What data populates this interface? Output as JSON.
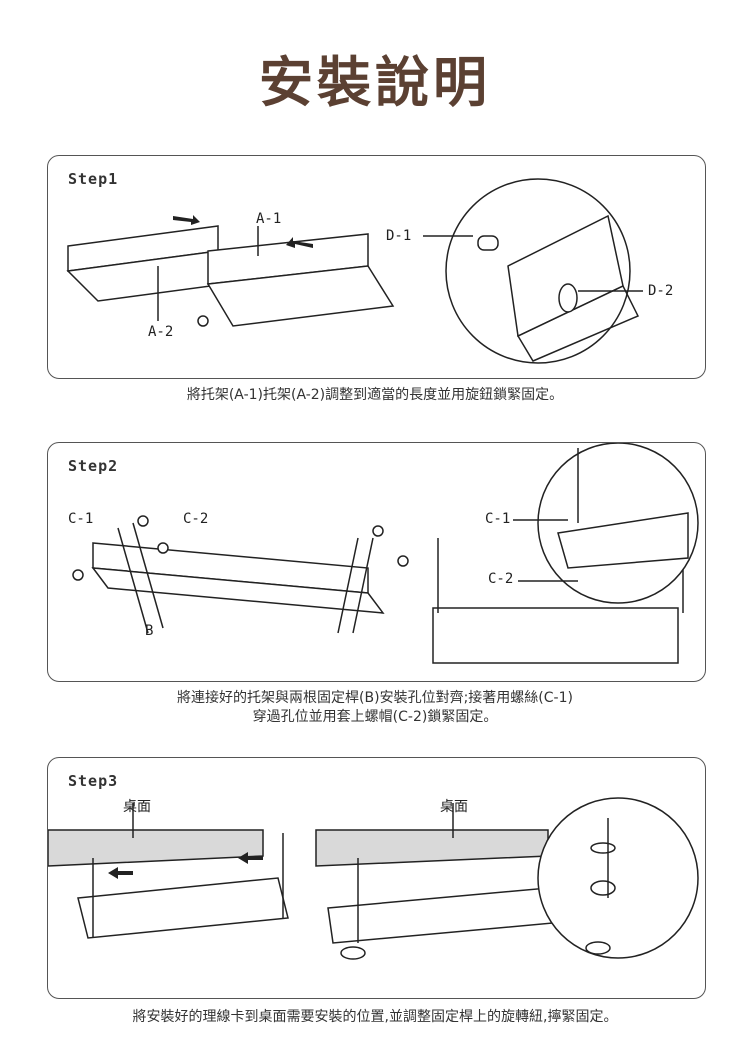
{
  "title": "安裝說明",
  "steps": [
    {
      "label": "Step1",
      "parts": [
        "A-1",
        "A-2",
        "D-1",
        "D-2"
      ],
      "caption": "將托架(A-1)托架(A-2)調整到適當的長度並用旋鈕鎖緊固定。"
    },
    {
      "label": "Step2",
      "parts": [
        "C-1",
        "C-2",
        "B",
        "C-1",
        "C-2"
      ],
      "caption_line1": "將連接好的托架與兩根固定桿(B)安裝孔位對齊;接著用螺絲(C-1)",
      "caption_line2": "穿過孔位並用套上螺帽(C-2)鎖緊固定。"
    },
    {
      "label": "Step3",
      "parts": [
        "桌面",
        "桌面"
      ],
      "caption": "將安裝好的理線卡到桌面需要安裝的位置,並調整固定桿上的旋轉紐,擰緊固定。"
    }
  ]
}
